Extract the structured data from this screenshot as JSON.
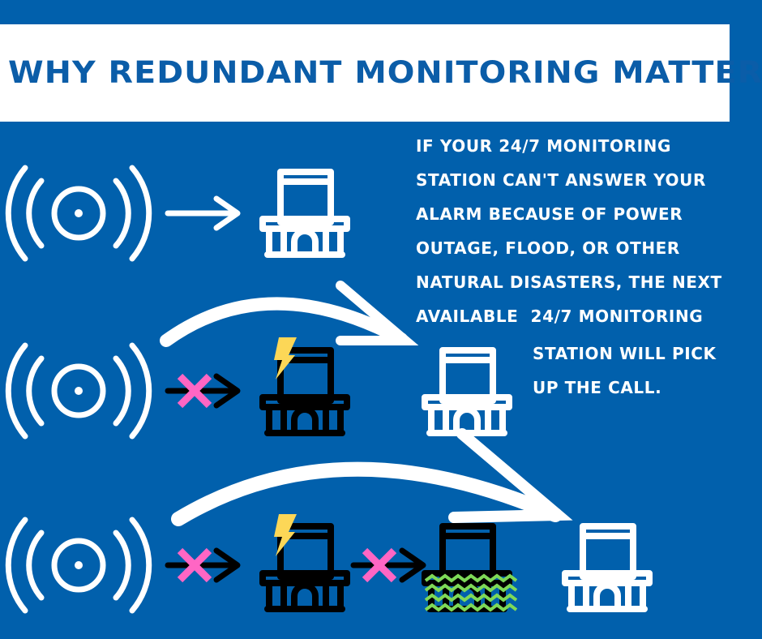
{
  "title": "WHY REDUNDANT MONITORING MATTERS",
  "body_lines": [
    "IF YOUR 24/7 MONITORING",
    "STATION CAN'T ANSWER YOUR",
    "ALARM BECAUSE OF POWER",
    "OUTAGE, FLOOD, OR OTHER",
    "NATURAL DISASTERS, THE NEXT",
    "AVAILABLE  24/7 MONITORING",
    "STATION WILL PICK",
    "UP THE CALL."
  ],
  "colors": {
    "background": "#0160ac",
    "title_text": "#0b5da8",
    "failed_x": "#ff66c4",
    "lightning": "#fcd757",
    "flood_waves": "#7ed957"
  },
  "icons": [
    "alarm-signal-icon",
    "arrow-right-icon",
    "building-icon",
    "lightning-icon",
    "cross-icon",
    "flood-waves-icon",
    "curved-arrow-icon"
  ]
}
